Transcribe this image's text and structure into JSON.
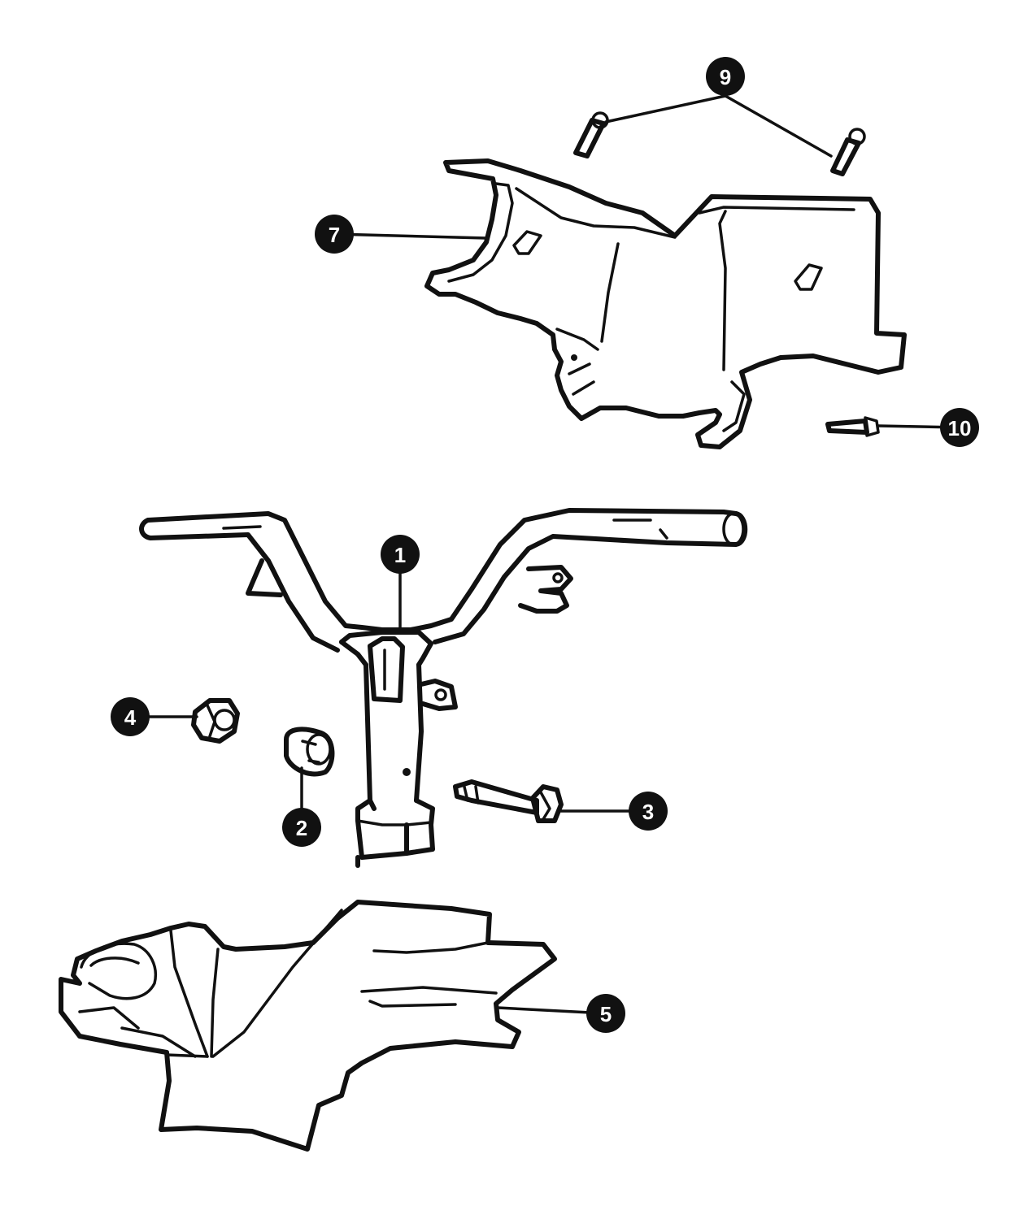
{
  "callouts": [
    {
      "id": "1",
      "label": "1"
    },
    {
      "id": "2",
      "label": "2"
    },
    {
      "id": "3",
      "label": "3"
    },
    {
      "id": "4",
      "label": "4"
    },
    {
      "id": "5",
      "label": "5"
    },
    {
      "id": "7",
      "label": "7"
    },
    {
      "id": "9",
      "label": "9"
    },
    {
      "id": "10",
      "label": "10"
    }
  ],
  "colors": {
    "ink": "#111111",
    "background": "#ffffff"
  }
}
